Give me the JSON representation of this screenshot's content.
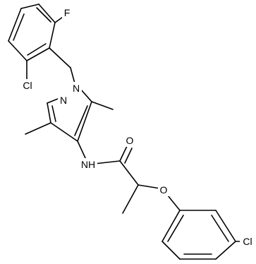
{
  "molecule": {
    "atom_labels": [
      {
        "id": "F",
        "text": "F"
      },
      {
        "id": "Cl_top",
        "text": "Cl"
      },
      {
        "id": "N1",
        "text": "N"
      },
      {
        "id": "N2",
        "text": "N"
      },
      {
        "id": "NH",
        "text": "NH"
      },
      {
        "id": "O_carbonyl",
        "text": "O"
      },
      {
        "id": "O_ether",
        "text": "O"
      },
      {
        "id": "Cl_bottom",
        "text": "Cl"
      }
    ]
  }
}
